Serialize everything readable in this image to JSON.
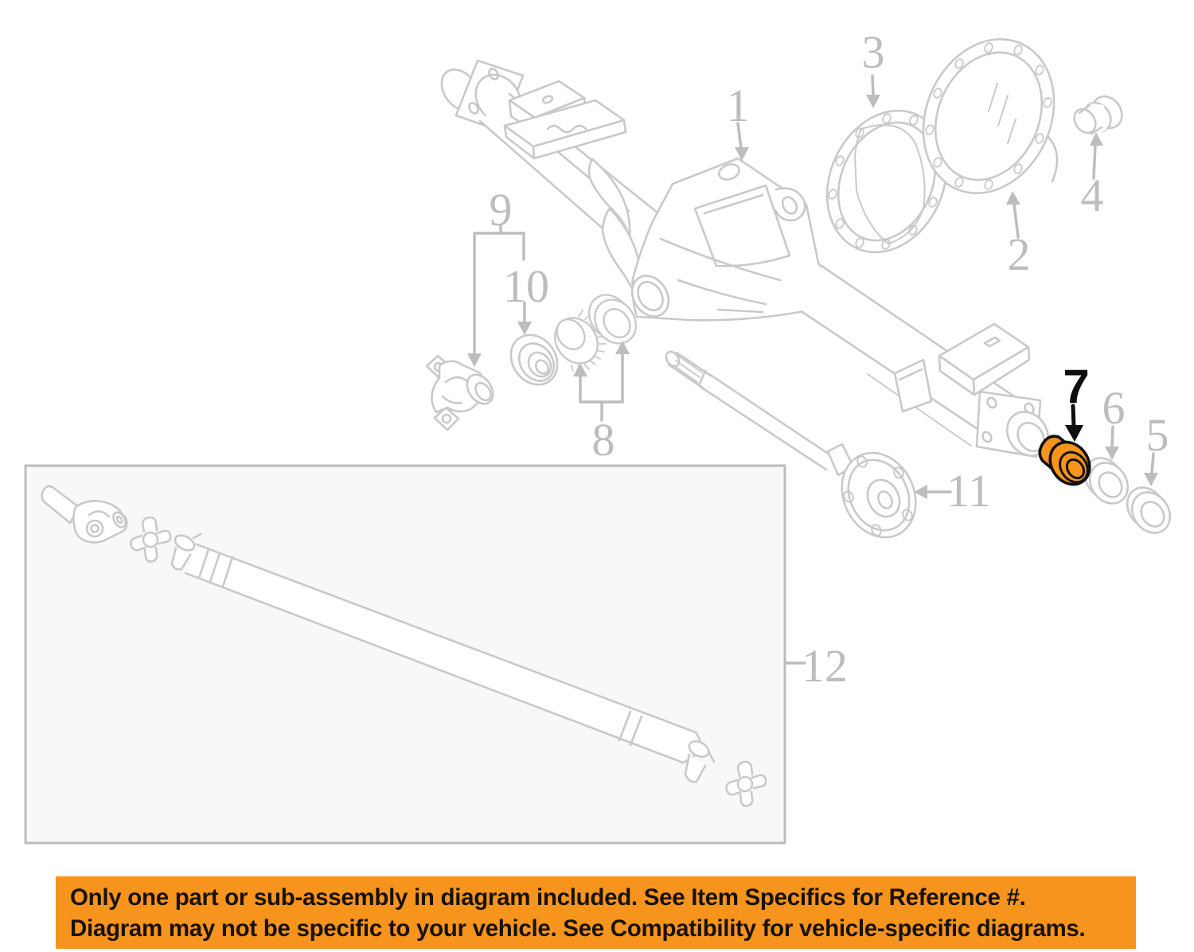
{
  "document": {
    "kind": "auto-parts-exploded-diagram",
    "subject": "Rear axle housing and driveshaft exploded parts diagram",
    "highlighted_callout": "7"
  },
  "callouts": [
    {
      "num": "1"
    },
    {
      "num": "2"
    },
    {
      "num": "3"
    },
    {
      "num": "4"
    },
    {
      "num": "5"
    },
    {
      "num": "6"
    },
    {
      "num": "7",
      "highlighted": true
    },
    {
      "num": "8"
    },
    {
      "num": "9"
    },
    {
      "num": "10"
    },
    {
      "num": "11"
    },
    {
      "num": "12"
    }
  ],
  "colors": {
    "line": "#C9C9C9",
    "label": "#BDBDBD",
    "highlight": "#F7941E",
    "highlight_outline": "#111111",
    "banner_bg": "#F7941E",
    "banner_text": "#171204",
    "box_border": "#BCBCBC",
    "box_fill": "#F8F8F8"
  },
  "banner": {
    "line1": "Only one part or sub-assembly in diagram included. See Item Specifics for Reference #.",
    "line2": "Diagram may not be specific to your vehicle. See Compatibility for vehicle-specific diagrams."
  }
}
